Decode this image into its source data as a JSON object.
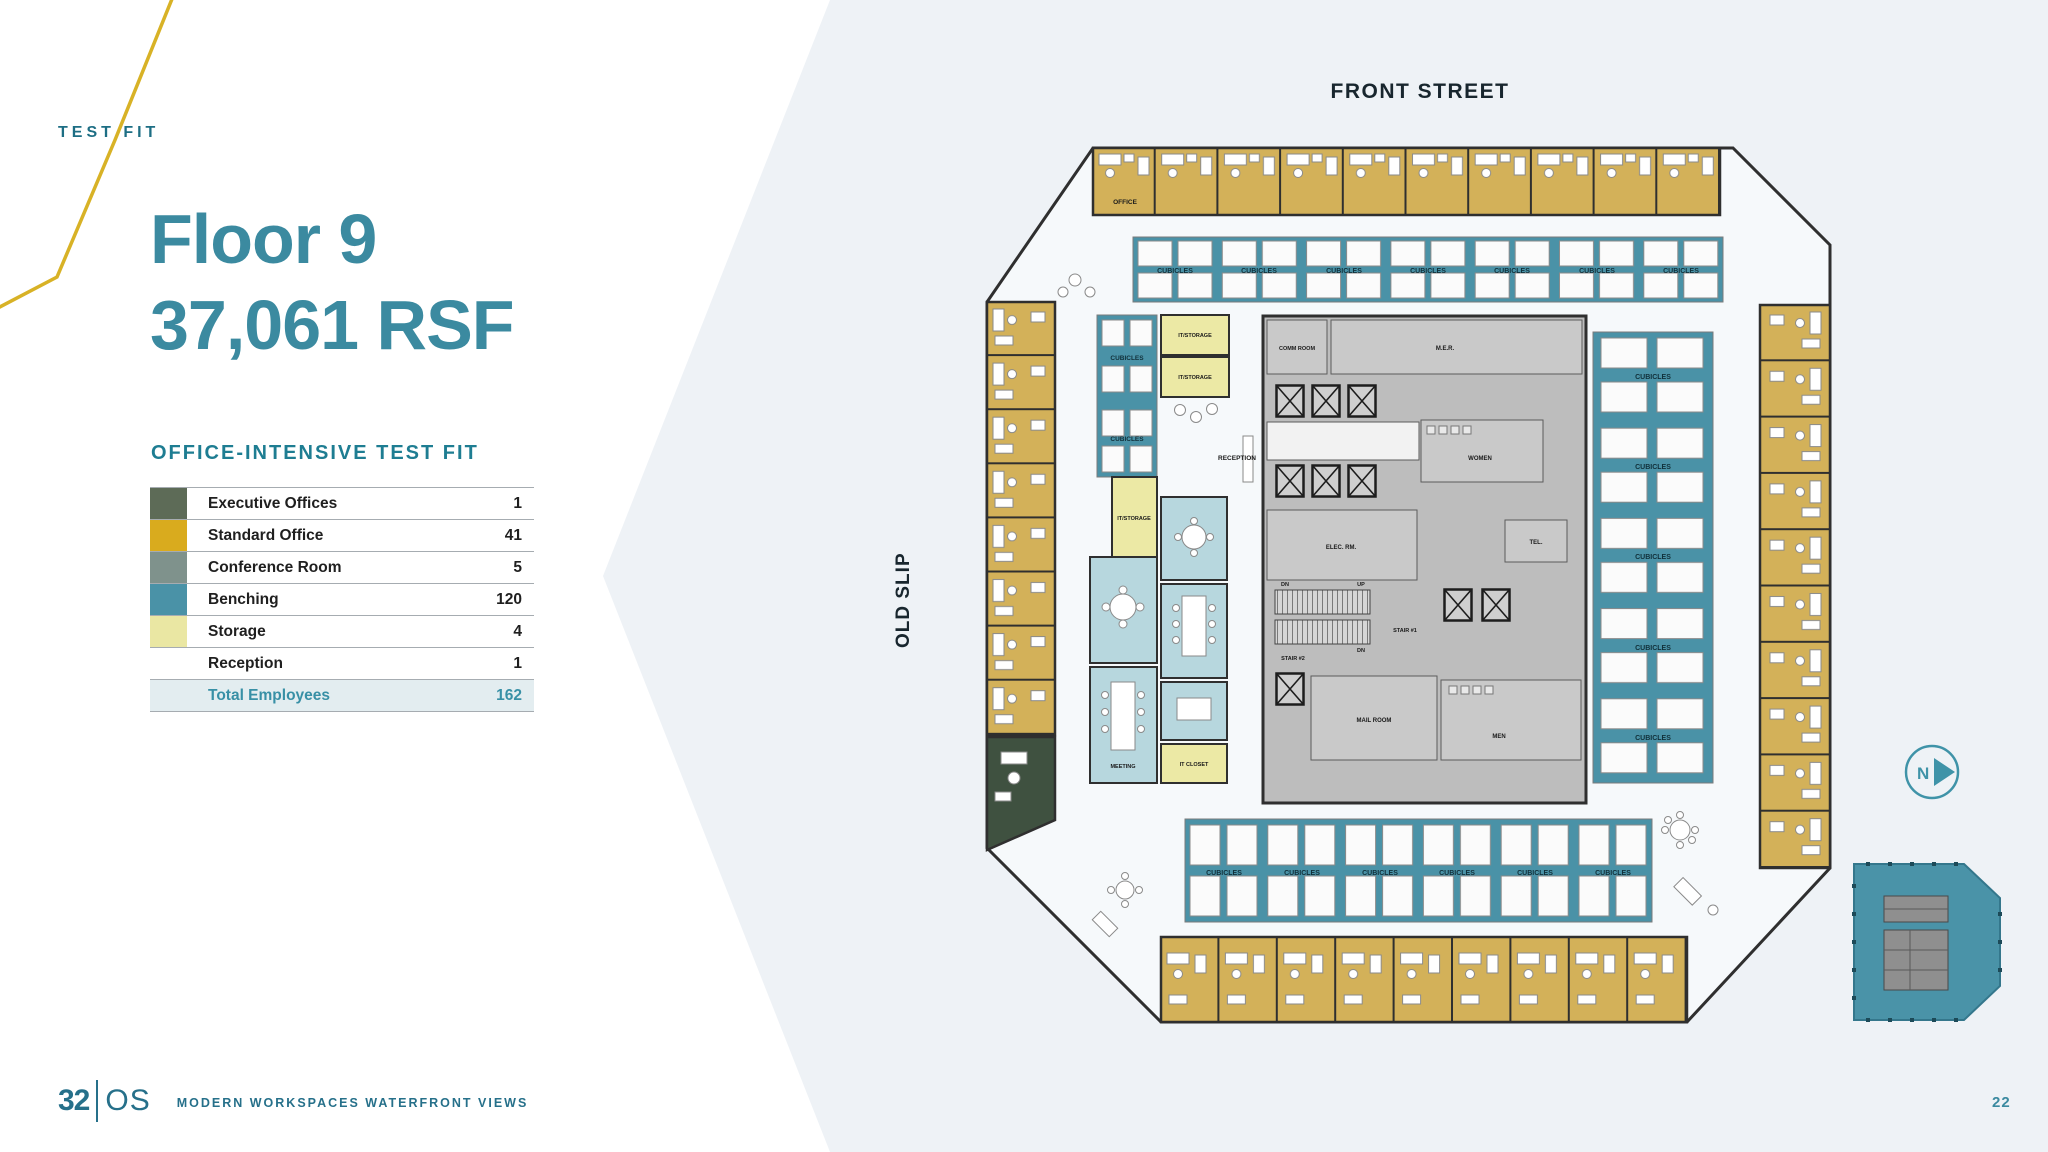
{
  "header": {
    "eyebrow": "TEST FIT",
    "title_line1": "Floor 9",
    "title_line2": "37,061 RSF",
    "subheading": "OFFICE-INTENSIVE TEST FIT"
  },
  "legend": {
    "rows": [
      {
        "label": "Executive Offices",
        "value": "1",
        "color": "#5d6b57"
      },
      {
        "label": "Standard Office",
        "value": "41",
        "color": "#d9ab1e"
      },
      {
        "label": "Conference Room",
        "value": "5",
        "color": "#7f928c"
      },
      {
        "label": "Benching",
        "value": "120",
        "color": "#4a92a7"
      },
      {
        "label": "Storage",
        "value": "4",
        "color": "#eae7a3"
      },
      {
        "label": "Reception",
        "value": "1",
        "color": "#ffffff"
      }
    ],
    "total": {
      "label": "Total Employees",
      "value": "162"
    }
  },
  "plan": {
    "street_top": "FRONT STREET",
    "street_left": "OLD SLIP",
    "north": "N",
    "labels": {
      "office": "OFFICE",
      "cubicles": "CUBICLES",
      "it_storage": "IT/STORAGE",
      "it_closet": "IT CLOSET",
      "meeting": "MEETING",
      "reception": "RECEPTION",
      "comm_room": "COMM ROOM",
      "mer": "M.E.R.",
      "women": "WOMEN",
      "men": "MEN",
      "elec_rm": "ELEC. RM.",
      "tel": "TEL.",
      "mail_room": "MAIL ROOM",
      "stair1": "STAIR #1",
      "stair2": "STAIR #2",
      "dn": "DN",
      "up": "UP"
    },
    "colors": {
      "office": "#d3b159",
      "benching": "#4a92a7",
      "storage": "#ece9a5",
      "conference": "#b7d7de",
      "executive": "#3f5140",
      "core": "#bdbdbd"
    }
  },
  "footer": {
    "logo_number": "32",
    "logo_letters": "OS",
    "tagline": "MODERN WORKSPACES WATERFRONT VIEWS",
    "page_number": "22"
  }
}
